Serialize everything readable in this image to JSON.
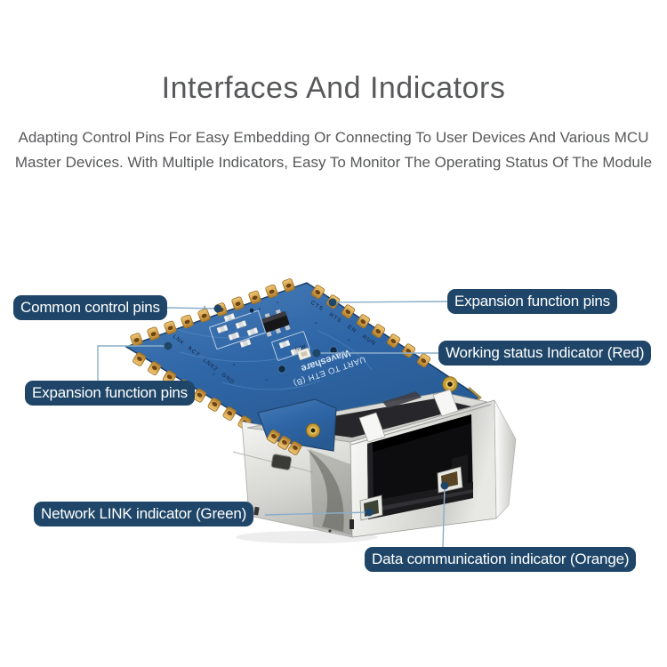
{
  "page": {
    "title": "Interfaces And Indicators",
    "subtitle_line1": "Adapting Control Pins For Easy Embedding Or Connecting To User Devices And Various MCU",
    "subtitle_line2": "Master Devices. With Multiple Indicators, Easy To Monitor The Operating Status Of The Module"
  },
  "callouts": [
    {
      "label": "Common control pins"
    },
    {
      "label": "Expansion function pins"
    },
    {
      "label": "Expansion function pins"
    },
    {
      "label": "Working status Indicator (Red)"
    },
    {
      "label": "Network LINK indicator (Green)"
    },
    {
      "label": "Data communication indicator (Orange)"
    }
  ],
  "board": {
    "silkscreen_line1": "UART TO ETH (B)",
    "silkscreen_line2": "Waveshare",
    "pin_labels_right": "CTS RTS EN RUN",
    "pin_labels_left": "LNK ACT LNK2 GND",
    "led_label": "RUN"
  },
  "colors": {
    "label_bg": "#1f4668",
    "callout_line": "#8aaec9",
    "pcb_blue": "#2f66a7",
    "pin_gold": "#d2a04a",
    "metal_light": "#f2f2f0",
    "port_black": "#0d0d10",
    "title_gray": "#57585a"
  }
}
